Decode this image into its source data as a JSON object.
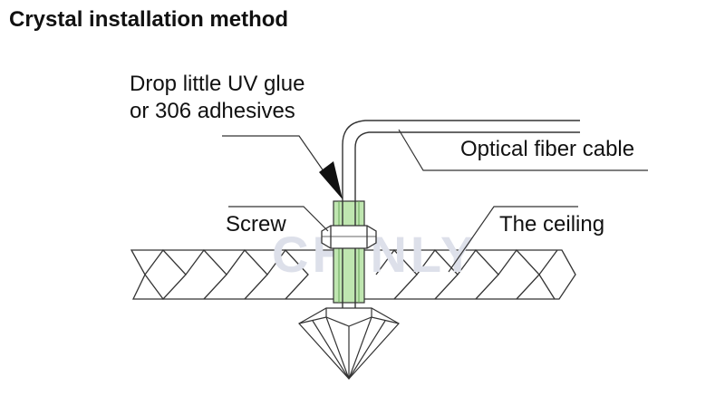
{
  "title": "Crystal installation method",
  "labels": {
    "glue_line1": "Drop little UV glue",
    "glue_line2": "or 306 adhesives",
    "fiber": "Optical fiber cable",
    "screw": "Screw",
    "ceiling": "The ceiling"
  },
  "watermark": "CHINLY",
  "colors": {
    "line": "#333333",
    "screw_fill": "#bfe6b0",
    "watermark": "#dde0ea"
  }
}
